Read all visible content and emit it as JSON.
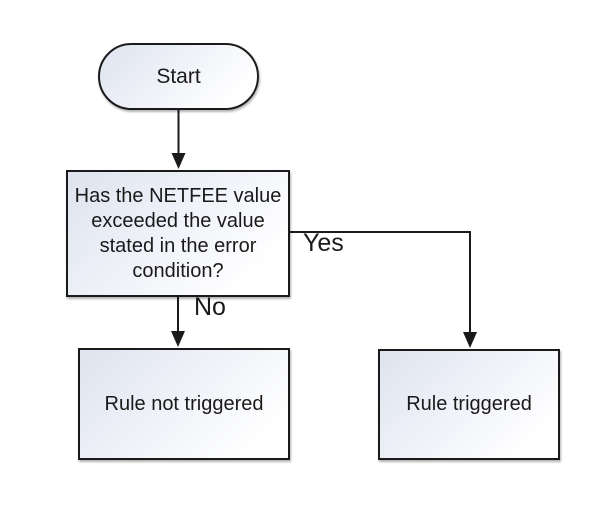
{
  "flowchart": {
    "nodes": {
      "start": {
        "shape": "terminator",
        "label": "Start"
      },
      "decision": {
        "shape": "process",
        "label": "Has the NETFEE value exceeded the value stated in the error condition?",
        "lines": [
          "Has the NETFEE value",
          "exceeded the value",
          "stated in the error",
          "condition?"
        ]
      },
      "rule_not_triggered": {
        "shape": "process",
        "label": "Rule not triggered"
      },
      "rule_triggered": {
        "shape": "process",
        "label": "Rule triggered"
      }
    },
    "edges": {
      "start_to_decision": {
        "from": "start",
        "to": "decision",
        "label": ""
      },
      "decision_to_rule_triggered": {
        "from": "decision",
        "to": "rule_triggered",
        "label": "Yes"
      },
      "decision_to_rule_not_triggered": {
        "from": "decision",
        "to": "rule_not_triggered",
        "label": "No"
      }
    },
    "colors": {
      "background": "#ffffff",
      "stroke": "#1a1a1a",
      "text": "#1a1a1a",
      "node_fill_top": "#dee3ee",
      "node_fill_bottom": "#ffffff"
    }
  }
}
